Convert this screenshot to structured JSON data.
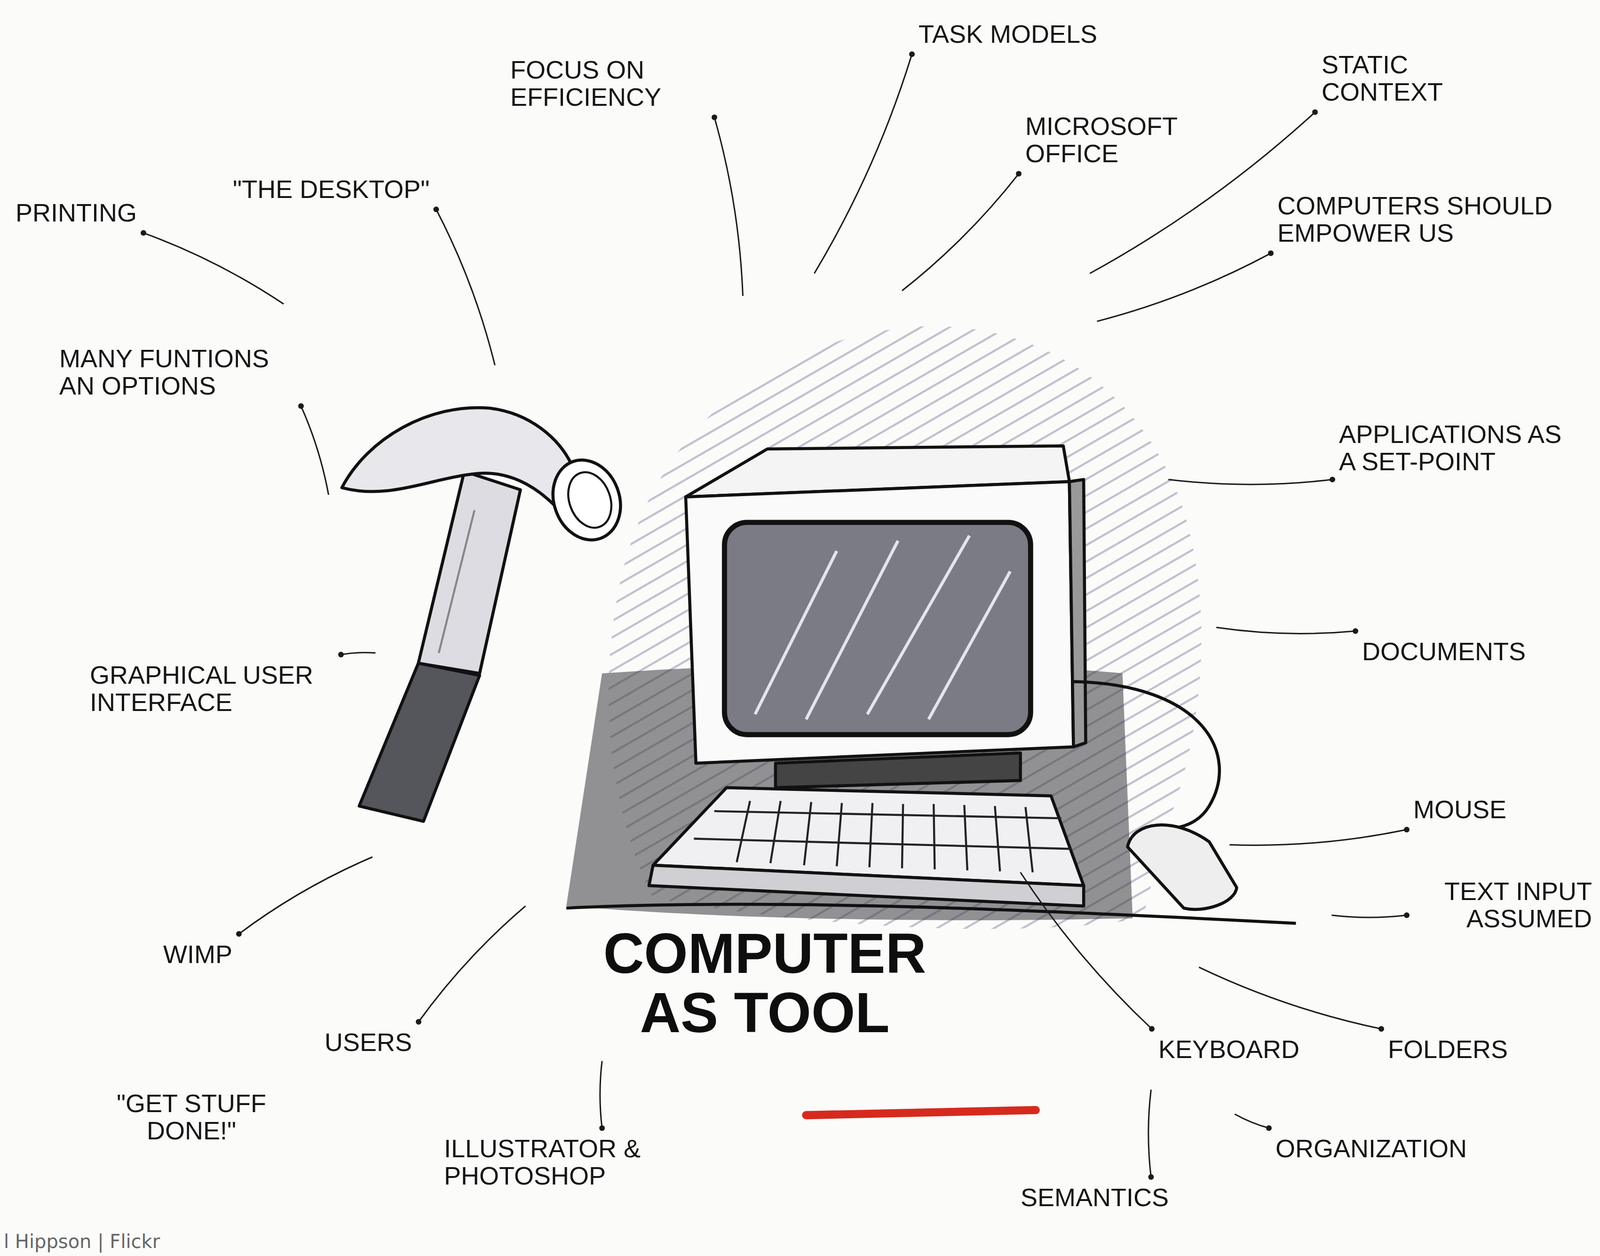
{
  "diagram": {
    "title": "COMPUTER AS TOOL",
    "labels": [
      "FOCUS ON EFFICIENCY",
      "TASK MODELS",
      "STATIC CONTEXT",
      "PRINTING",
      "\"THE DESKTOP\"",
      "MICROSOFT OFFICE",
      "COMPUTERS SHOULD EMPOWER US",
      "MANY FUNTIONS AN OPTIONS",
      "APPLICATIONS AS A SET-POINT",
      "DOCUMENTS",
      "GRAPHICAL USER INTERFACE",
      "MOUSE",
      "TEXT INPUT ASSUMED",
      "WIMP",
      "USERS",
      "KEYBOARD",
      "FOLDERS",
      "\"GET STUFF DONE!\"",
      "ILLUSTRATOR & PHOTOSHOP",
      "ORGANIZATION",
      "SEMANTICS",
      "l Hippson | Flickr"
    ]
  }
}
